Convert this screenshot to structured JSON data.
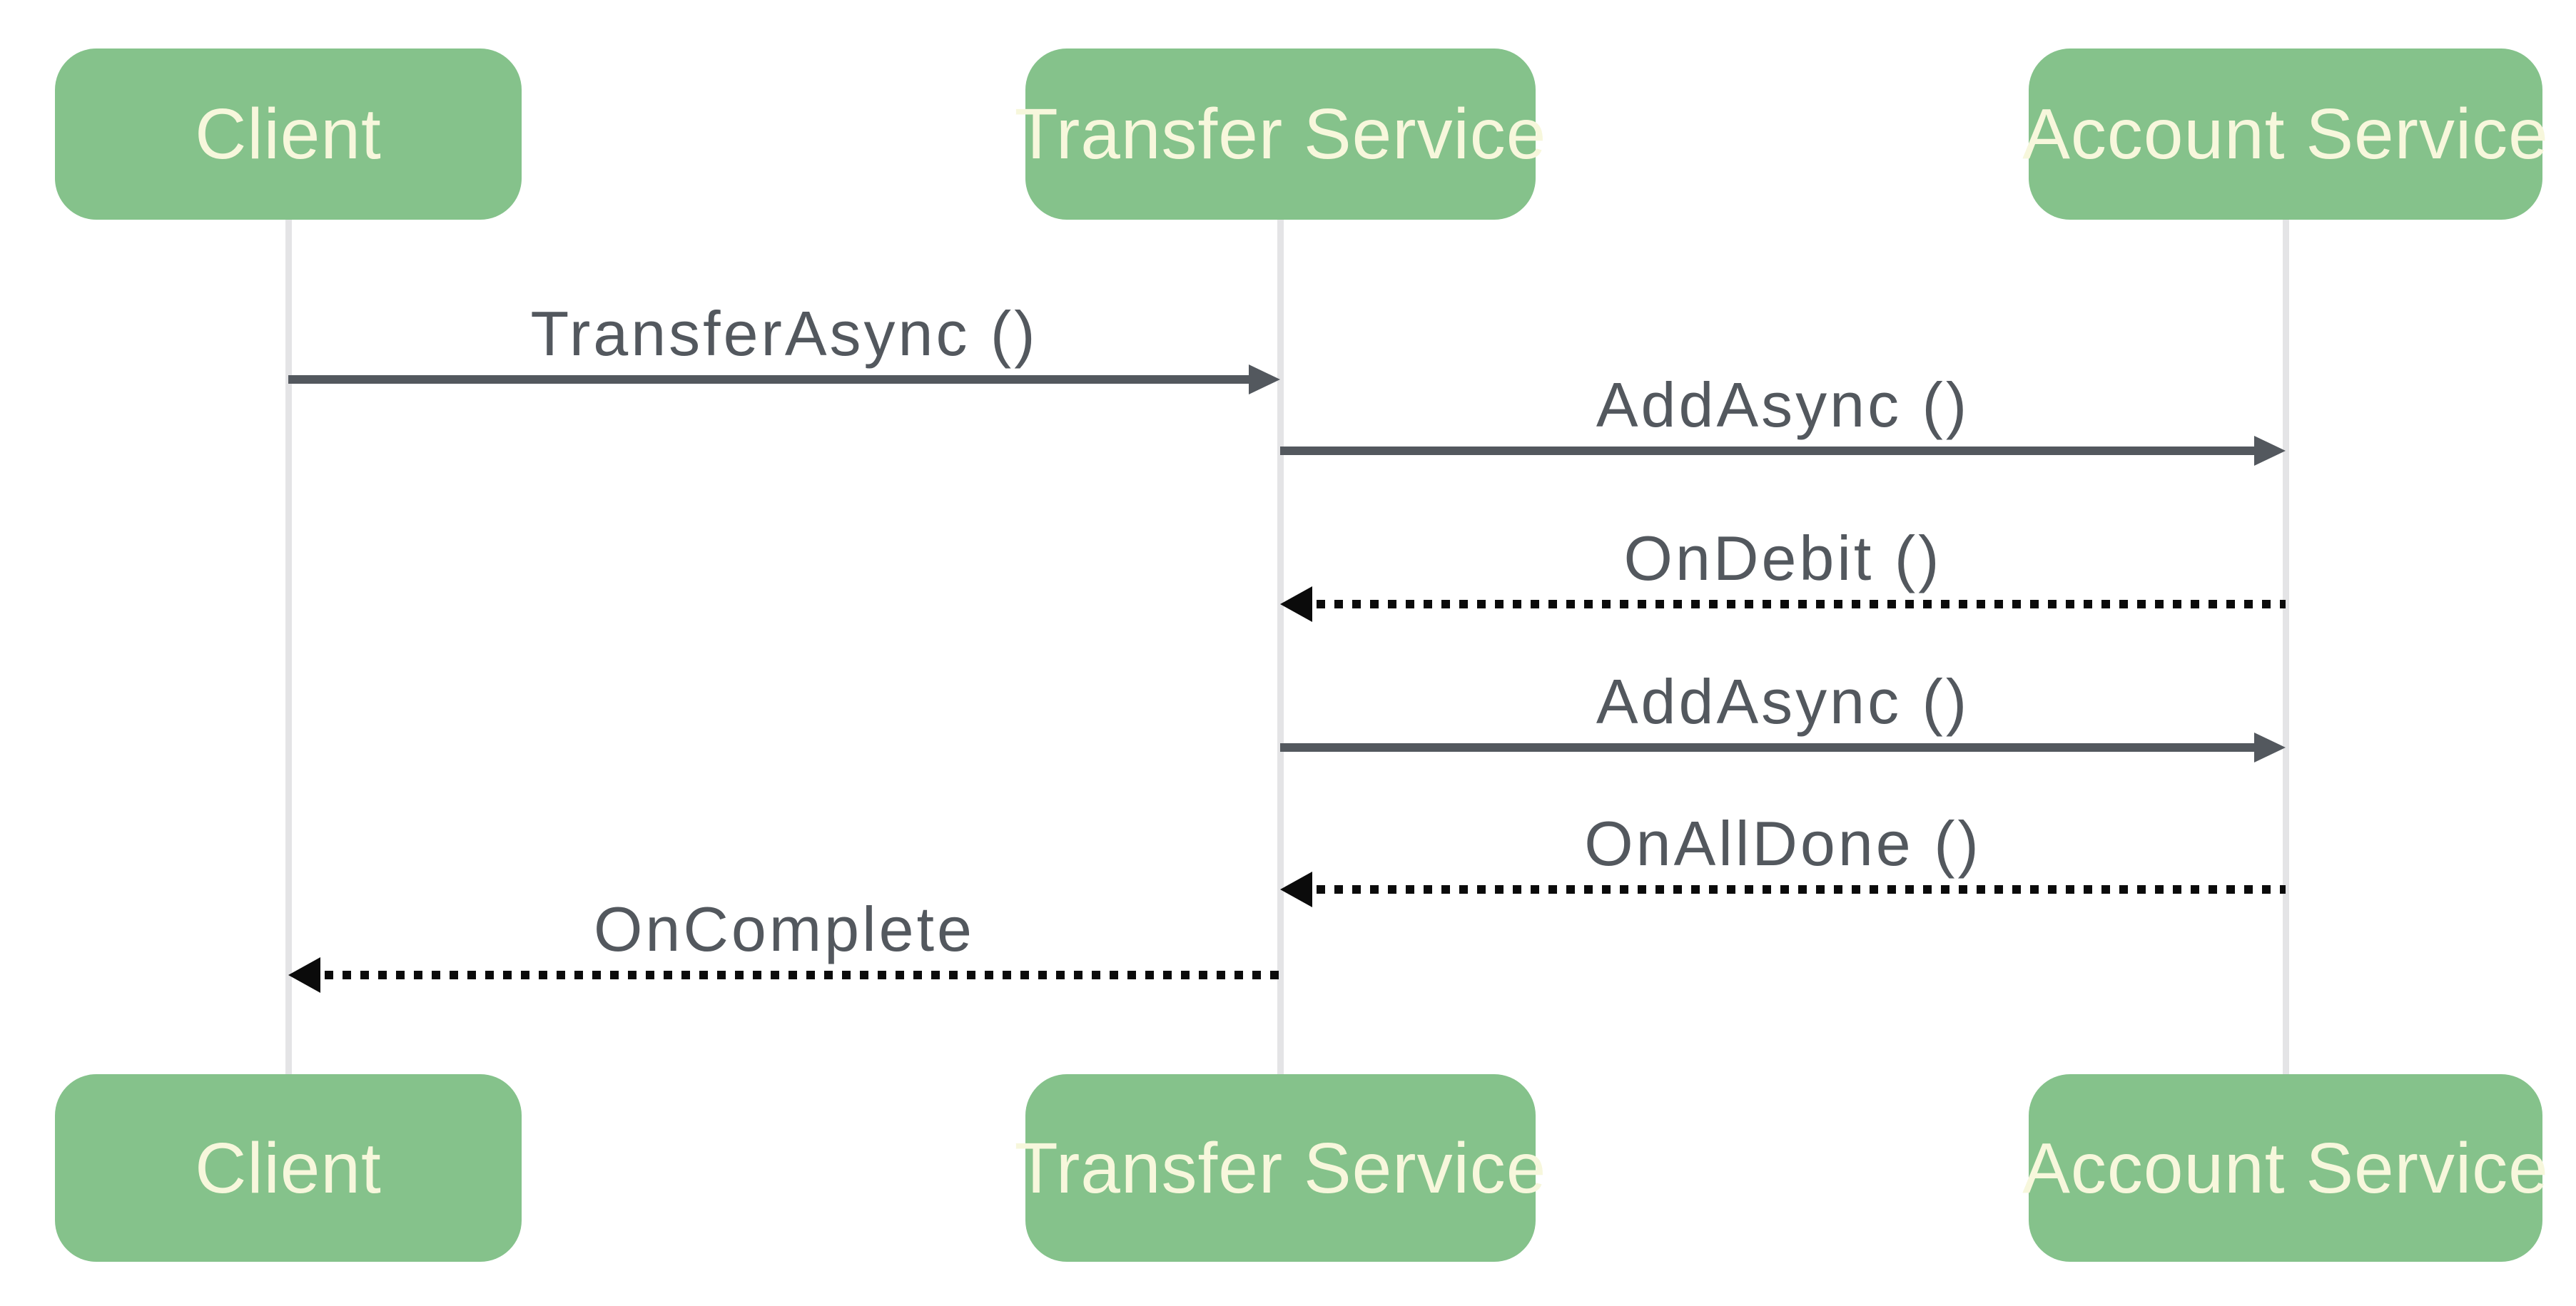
{
  "diagram": {
    "type": "sequence-diagram",
    "colors": {
      "actor_fill": "#85C28B",
      "actor_text": "#F7F7DC",
      "solid_arrow": "#53585E",
      "dotted_arrow": "#0B0B0B",
      "lifeline": "#E4E4E6",
      "label_text": "#53585E",
      "background": "#FFFFFF"
    },
    "actors": [
      {
        "id": "client",
        "label": "Client"
      },
      {
        "id": "transfer-service",
        "label": "Transfer Service"
      },
      {
        "id": "account-service",
        "label": "Account Service"
      }
    ],
    "messages": [
      {
        "label": "TransferAsync ()",
        "from": "client",
        "to": "transfer-service",
        "style": "solid",
        "direction": "right"
      },
      {
        "label": "AddAsync ()",
        "from": "transfer-service",
        "to": "account-service",
        "style": "solid",
        "direction": "right"
      },
      {
        "label": "OnDebit ()",
        "from": "account-service",
        "to": "transfer-service",
        "style": "dotted",
        "direction": "left"
      },
      {
        "label": "AddAsync ()",
        "from": "transfer-service",
        "to": "account-service",
        "style": "solid",
        "direction": "right"
      },
      {
        "label": "OnAllDone ()",
        "from": "account-service",
        "to": "transfer-service",
        "style": "dotted",
        "direction": "left"
      },
      {
        "label": "OnComplete",
        "from": "transfer-service",
        "to": "client",
        "style": "dotted",
        "direction": "left"
      }
    ]
  }
}
